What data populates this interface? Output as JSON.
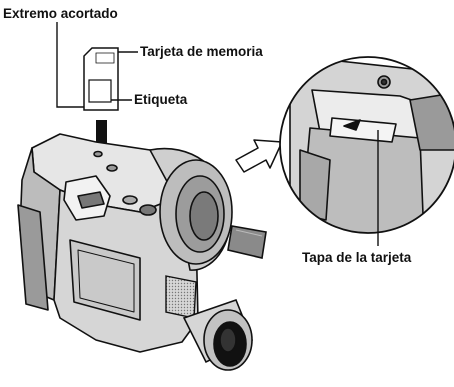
{
  "labels": {
    "shortened_end": "Extremo acortado",
    "memory_card": "Tarjeta de memoria",
    "label": "Etiqueta",
    "card_cover": "Tapa de la tarjeta"
  },
  "colors": {
    "line": "#111111",
    "body": "#d9d9d9",
    "body_dark": "#8a8a8a",
    "shadow": "#555555"
  }
}
